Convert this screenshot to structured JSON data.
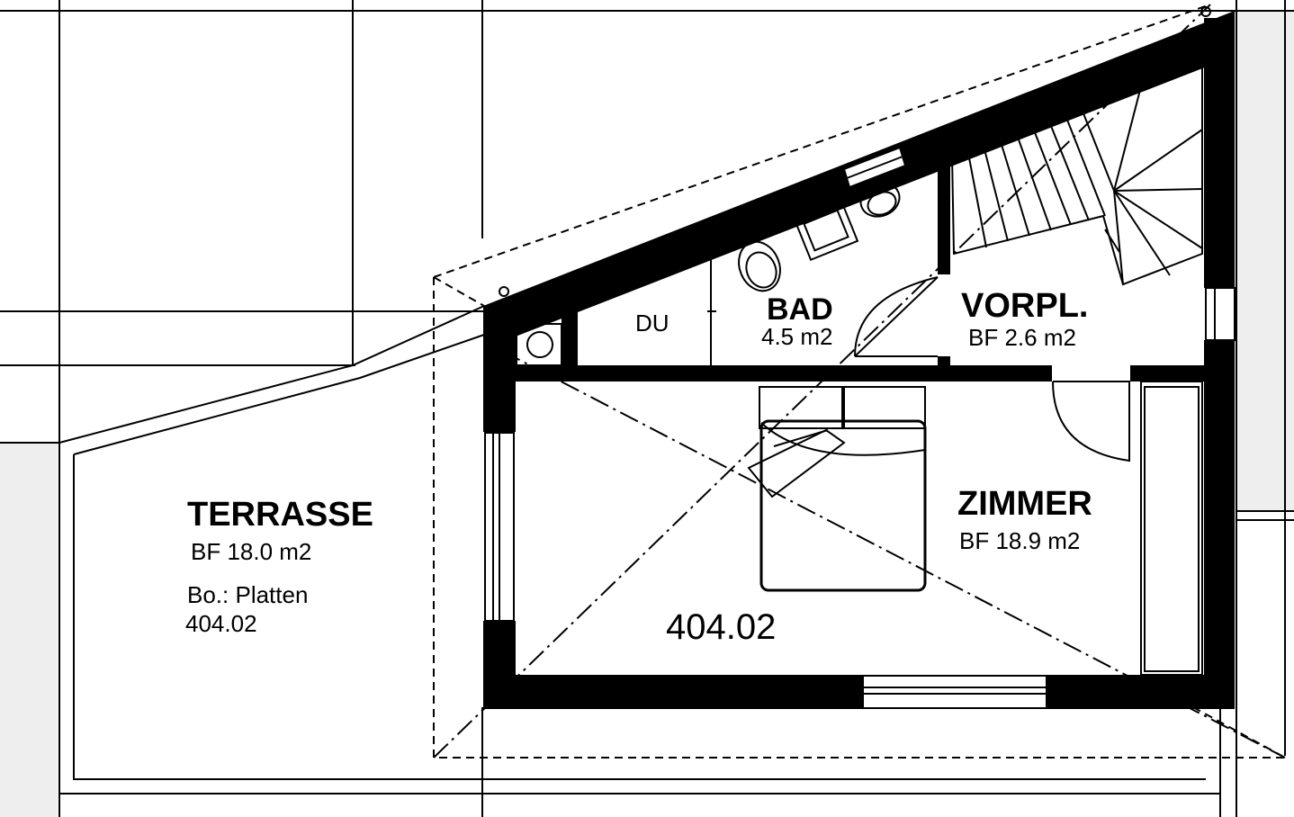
{
  "rooms": {
    "terrasse": {
      "name": "TERRASSE",
      "area": "BF 18.0 m2",
      "floor": "Bo.: Platten",
      "number": "404.02"
    },
    "bad": {
      "name": "BAD",
      "area": "4.5 m2"
    },
    "du": {
      "name": "DU"
    },
    "vorplatz": {
      "name": "VORPL.",
      "area": "BF 2.6 m2"
    },
    "zimmer": {
      "name": "ZIMMER",
      "area": "BF 18.9 m2"
    }
  },
  "unit_number": "404.02",
  "colors": {
    "line": "#000000",
    "background": "#ffffff",
    "neighbor_fill": "#eeeeee"
  }
}
